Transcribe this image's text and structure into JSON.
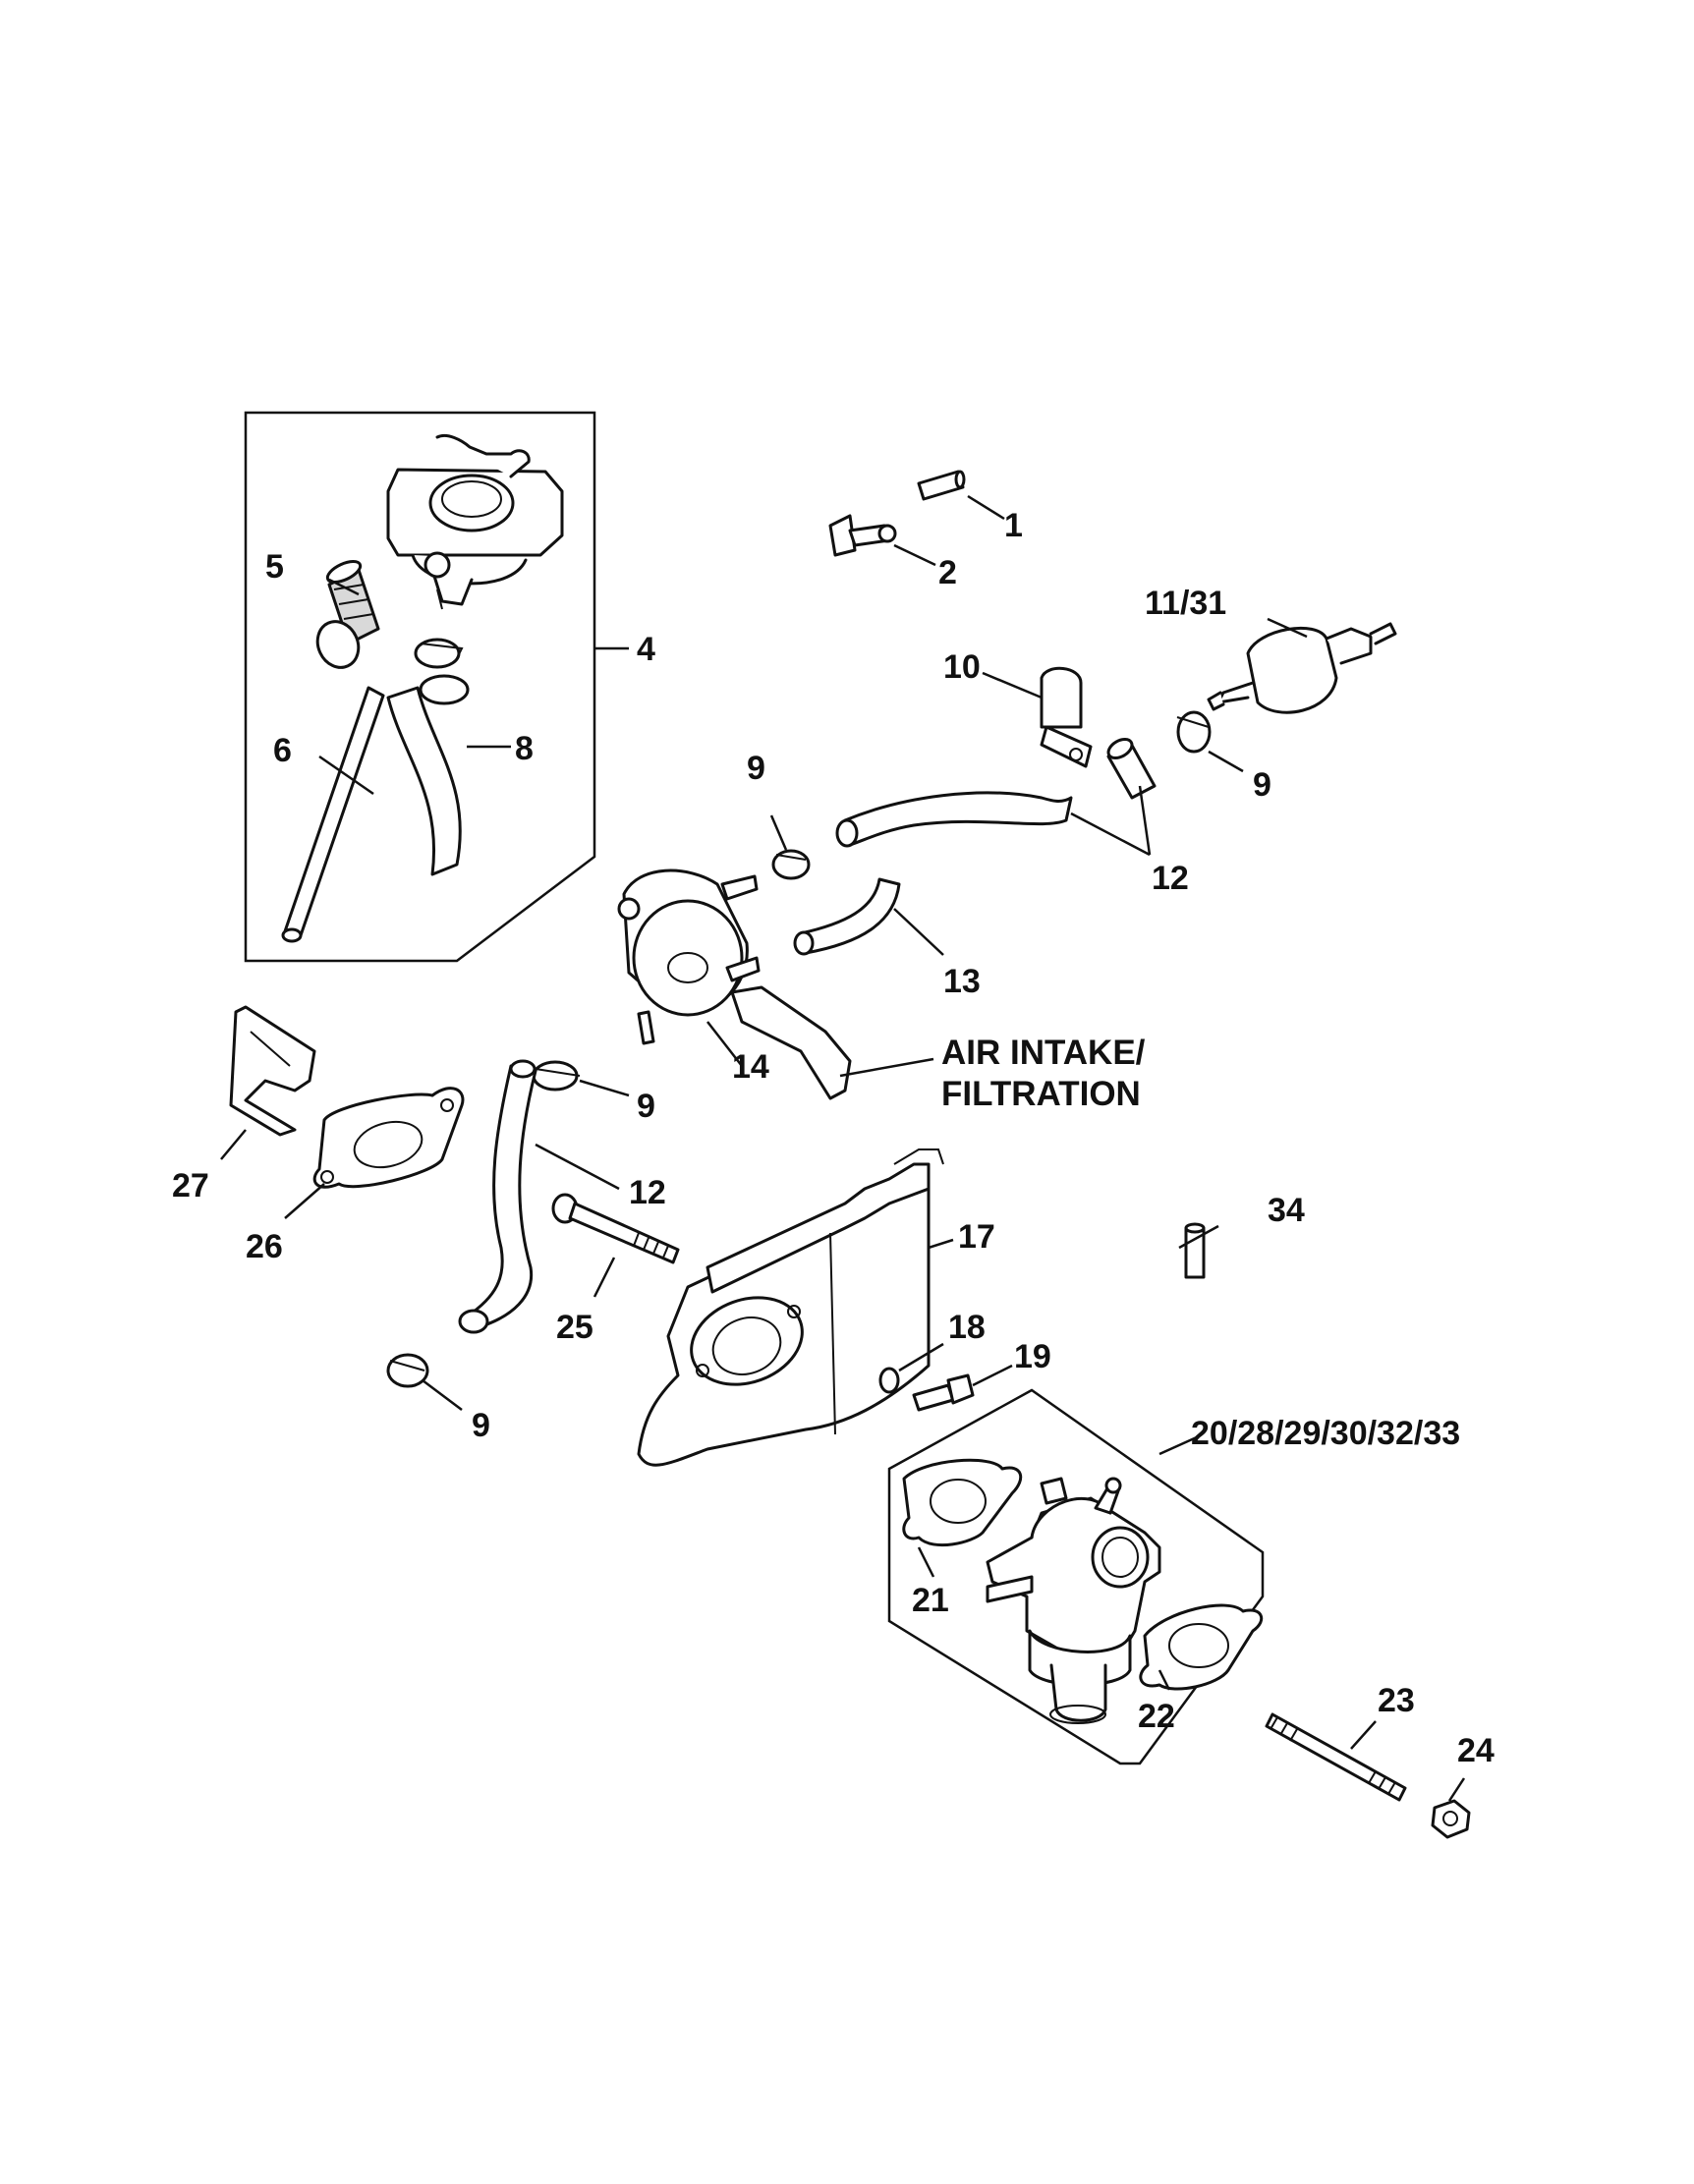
{
  "diagram": {
    "callouts": {
      "c1": "1",
      "c2": "2",
      "c4": "4",
      "c5": "5",
      "c6": "6",
      "c8": "8",
      "c9a": "9",
      "c9b": "9",
      "c9c": "9",
      "c9d": "9",
      "c10": "10",
      "c11_31": "11/31",
      "c12a": "12",
      "c12b": "12",
      "c13": "13",
      "c14": "14",
      "c17": "17",
      "c18": "18",
      "c19": "19",
      "c20group": "20/28/29/30/32/33",
      "c21": "21",
      "c22": "22",
      "c23": "23",
      "c24": "24",
      "c25": "25",
      "c26": "26",
      "c27": "27",
      "c34": "34"
    },
    "note": {
      "line1": "AIR INTAKE/",
      "line2": "FILTRATION"
    }
  }
}
